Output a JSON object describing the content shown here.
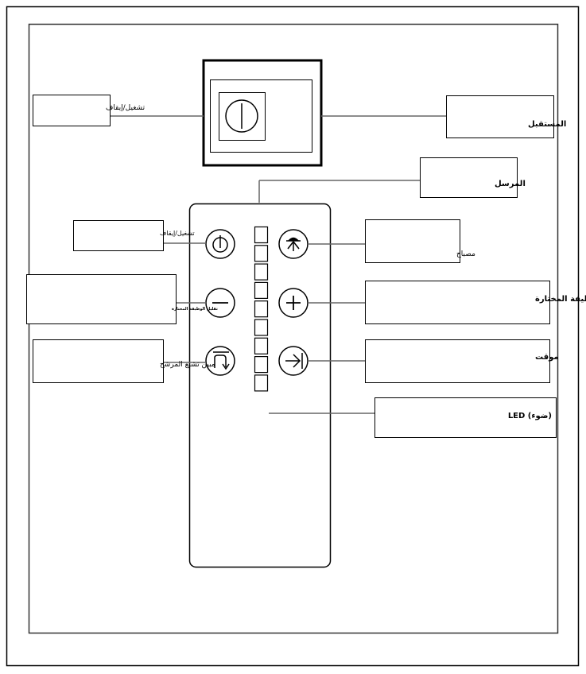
{
  "receiver": {
    "power_label": "تشغيل/إيقاف",
    "name_label": "المستقبل"
  },
  "transmitter": {
    "name_label": "المرسل",
    "buttons": {
      "power": {
        "label": "تشغيل/إيقاف",
        "icon": "power-icon"
      },
      "light": {
        "label": "مصباح",
        "icon": "lamp-icon"
      },
      "decrease": {
        "label": "تقليل الوظيفة المختارة",
        "icon": "minus-icon"
      },
      "increase": {
        "label": "زيادة الوظيفة المختارة",
        "icon": "plus-icon"
      },
      "filter": {
        "label": "مبين تشبع المرشح",
        "icon": "filter-icon"
      },
      "timer": {
        "label": "موقت",
        "icon": "timer-icon"
      }
    },
    "led_label": "LED (ضوء)",
    "led_count": 9
  }
}
